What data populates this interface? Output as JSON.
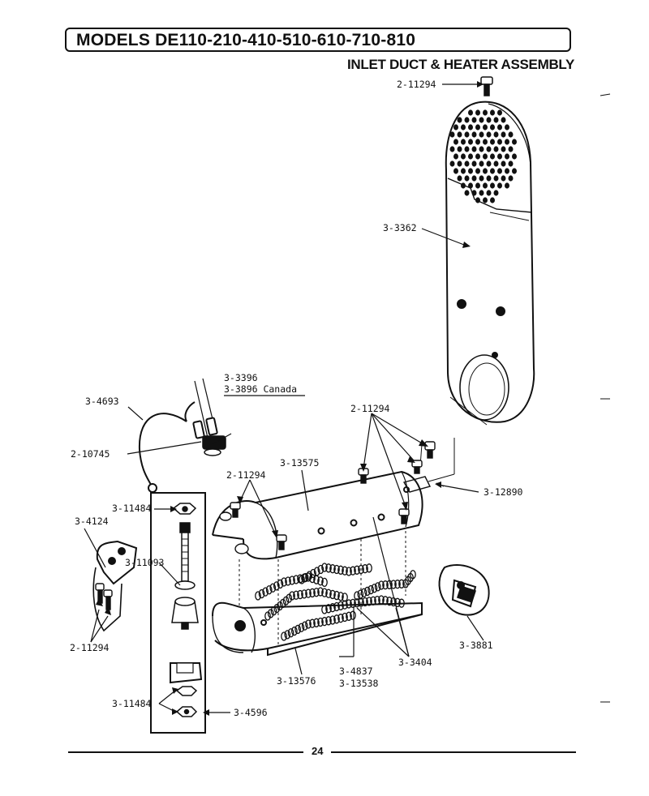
{
  "header": {
    "title": "MODELS DE110-210-410-510-610-710-810"
  },
  "subtitle": "INLET DUCT & HEATER ASSEMBLY",
  "page_number": "24",
  "labels": {
    "l_2_11294_top": "2-11294",
    "l_3_3362": "3-3362",
    "l_3_3396": "3-3396",
    "l_3_3896": "3-3896 Canada",
    "l_3_4693": "3-4693",
    "l_2_10745": "2-10745",
    "l_2_11294_right": "2-11294",
    "l_3_13575": "3-13575",
    "l_2_11294_mid": "2-11294",
    "l_3_12890": "3-12890",
    "l_3_11484_top": "3-11484",
    "l_3_4124": "3-4124",
    "l_3_11093": "3-11093",
    "l_2_11294_left": "2-11294",
    "l_3_3881": "3-3881",
    "l_3_3404": "3-3404",
    "l_3_4837": "3-4837",
    "l_3_13538": "3-13538",
    "l_3_13576": "3-13576",
    "l_3_11484_bottom": "3-11484",
    "l_3_4596": "3-4596"
  }
}
